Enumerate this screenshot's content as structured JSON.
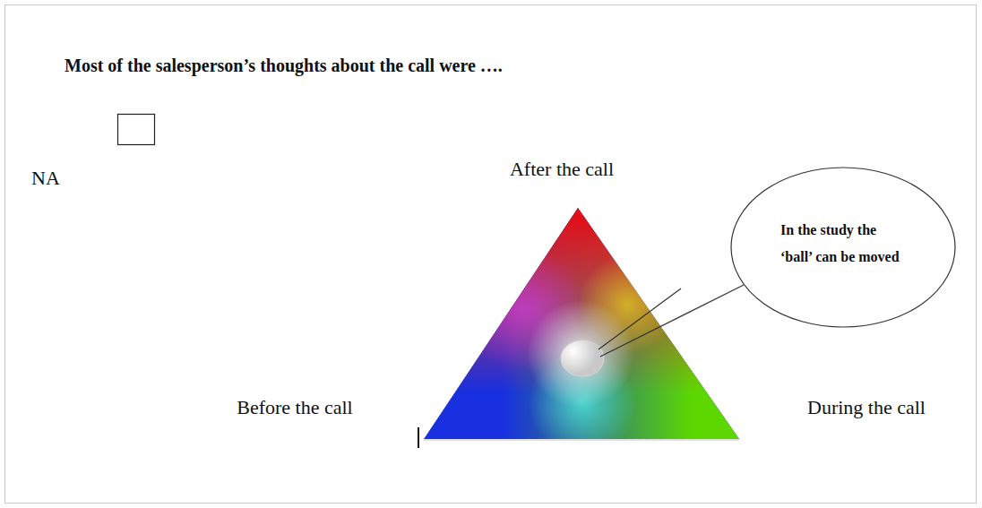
{
  "diagram": {
    "title": "Most of the salesperson’s thoughts about the call were ….",
    "nodes": [
      {
        "text": [
          "In the study the ‘ball’ can be moved"
        ]
      }
    ],
    "labels": [
      "NA",
      "After the call",
      "Before the call",
      "During the call"
    ]
  }
}
